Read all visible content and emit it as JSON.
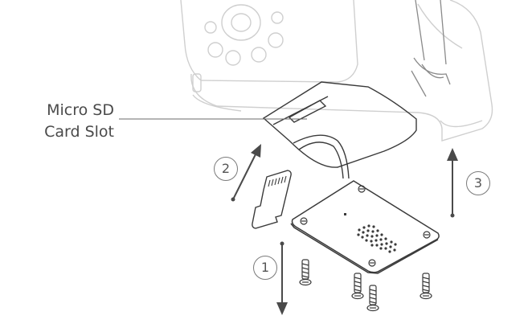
{
  "callout": {
    "line1": "Micro SD",
    "line2": "Card Slot"
  },
  "steps": [
    {
      "number": "1"
    },
    {
      "number": "2"
    },
    {
      "number": "3"
    }
  ],
  "colors": {
    "ghost_outline": "#cfcfcf",
    "dark_outline": "#3a3a3a",
    "arrow": "#4a4a4a",
    "text": "#4a4a4a"
  }
}
